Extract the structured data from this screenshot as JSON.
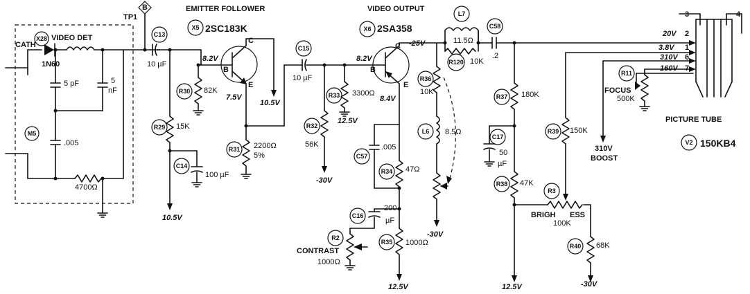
{
  "titles": {
    "emitter_follower": "EMITTER FOLLOWER",
    "video_output": "VIDEO OUTPUT",
    "picture_tube": "PICTURE TUBE"
  },
  "semiconductors": {
    "x28": {
      "ref": "X28",
      "name": "VIDEO DET",
      "part": "1N60",
      "cath": "CATH"
    },
    "x5": {
      "ref": "X5",
      "part": "2SC183K"
    },
    "x6": {
      "ref": "X6",
      "part": "2SA358"
    },
    "v2": {
      "ref": "V2",
      "part": "150KB4"
    },
    "m5": {
      "ref": "M5"
    }
  },
  "test_points": {
    "b": "B",
    "tp1": "TP1"
  },
  "capacitors": {
    "c5pf": "5 pF",
    "c5nf_a": "5",
    "c5nf_b": "nF",
    "c005_det": ".005",
    "c13": {
      "ref": "C13",
      "value": "10 µF"
    },
    "c14": {
      "ref": "C14",
      "value": "100 µF"
    },
    "c15": {
      "ref": "C15",
      "value": "10 µF"
    },
    "c57": {
      "ref": "C57",
      "value": ".005"
    },
    "c16": {
      "ref": "C16",
      "value_a": "200",
      "value_b": "µF"
    },
    "c58": {
      "ref": "C58",
      "value": ".2"
    },
    "c17": {
      "ref": "C17",
      "value_a": "50",
      "value_b": "µF"
    }
  },
  "resistors": {
    "r4700": "4700Ω",
    "r30": {
      "ref": "R30",
      "value": "82K"
    },
    "r29": {
      "ref": "R29",
      "value": "15K"
    },
    "r31": {
      "ref": "R31",
      "value_a": "2200Ω",
      "value_b": "5%"
    },
    "r33": {
      "ref": "R33",
      "value": "3300Ω"
    },
    "r32": {
      "ref": "R32",
      "value": "56K"
    },
    "r34": {
      "ref": "R34",
      "value": "47Ω"
    },
    "r35": {
      "ref": "R35",
      "value": "1000Ω"
    },
    "r2": {
      "ref": "R2",
      "name": "CONTRAST",
      "value": "1000Ω"
    },
    "r36": {
      "ref": "R36",
      "value": "10K"
    },
    "r120": {
      "ref": "R120",
      "value": "10K"
    },
    "r37": {
      "ref": "R37",
      "value": "180K"
    },
    "r38": {
      "ref": "R38",
      "value": "47K"
    },
    "r39": {
      "ref": "R39",
      "value": "150K"
    },
    "r3": {
      "ref": "R3",
      "name_a": "BRIGH",
      "name_b": "ESS",
      "value": "100K"
    },
    "r40": {
      "ref": "R40",
      "value": "68K"
    },
    "r11": {
      "ref": "R11",
      "name": "FOCUS",
      "value": "500K"
    }
  },
  "inductors": {
    "l7": {
      "ref": "L7",
      "value": "11.5Ω"
    },
    "l6": {
      "ref": "L6",
      "value": "8.5Ω"
    }
  },
  "voltages": {
    "v82_a": "8.2V",
    "v75": "7.5V",
    "v105_e": "10.5V",
    "v82_b": "8.2V",
    "v84": "8.4V",
    "vm25": "-25V",
    "v105_bot": "10.5V",
    "v125_a": "12.5V",
    "vm30_a": "-30V",
    "v125_b": "12.5V",
    "vm30_b": "-30V",
    "v125_c": "12.5V",
    "vm30_c": "-30V",
    "v310_boost_a": "310V",
    "v310_boost_b": "BOOST"
  },
  "tube_pins": [
    {
      "voltage": "20V",
      "pin": "2"
    },
    {
      "voltage": "3.8V",
      "pin": "1"
    },
    {
      "voltage": "310V",
      "pin": "6"
    },
    {
      "voltage": "160V",
      "pin": "7"
    }
  ],
  "tube_top_pins": [
    "3",
    "4"
  ]
}
